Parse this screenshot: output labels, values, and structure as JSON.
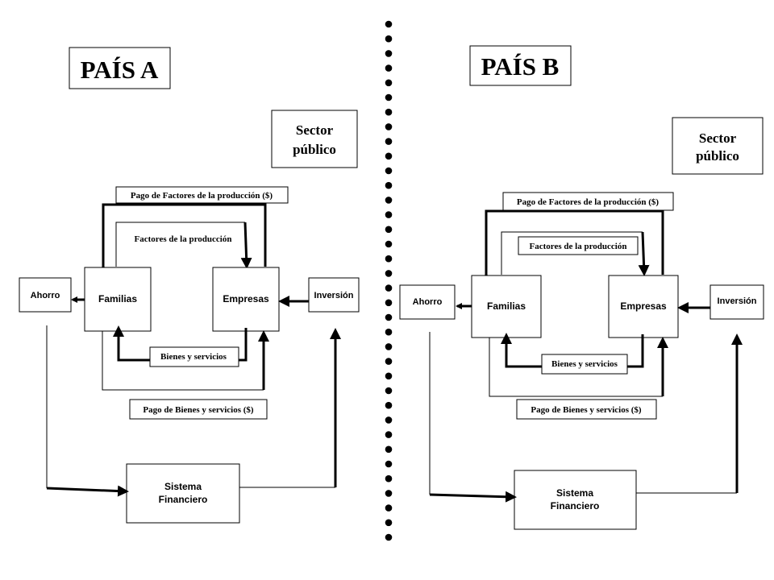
{
  "countries": [
    {
      "title": "PAÍS A",
      "sector_publico": [
        "Sector",
        "público"
      ],
      "pago_factores": "Pago de Factores de la producción ($)",
      "factores": "Factores de la producción",
      "familias": "Familias",
      "empresas": "Empresas",
      "ahorro": "Ahorro",
      "inversion": "Inversión",
      "bienes": "Bienes y servicios",
      "pago_bienes": "Pago de Bienes y servicios ($)",
      "sistema": [
        "Sistema",
        "Financiero"
      ]
    },
    {
      "title": "PAÍS B",
      "sector_publico": [
        "Sector",
        "público"
      ],
      "pago_factores": "Pago de Factores de la producción ($)",
      "factores": "Factores de la producción",
      "familias": "Familias",
      "empresas": "Empresas",
      "ahorro": "Ahorro",
      "inversion": "Inversión",
      "bienes": "Bienes y servicios",
      "pago_bienes": "Pago de Bienes y servicios ($)",
      "sistema": [
        "Sistema",
        "Financiero"
      ]
    }
  ]
}
